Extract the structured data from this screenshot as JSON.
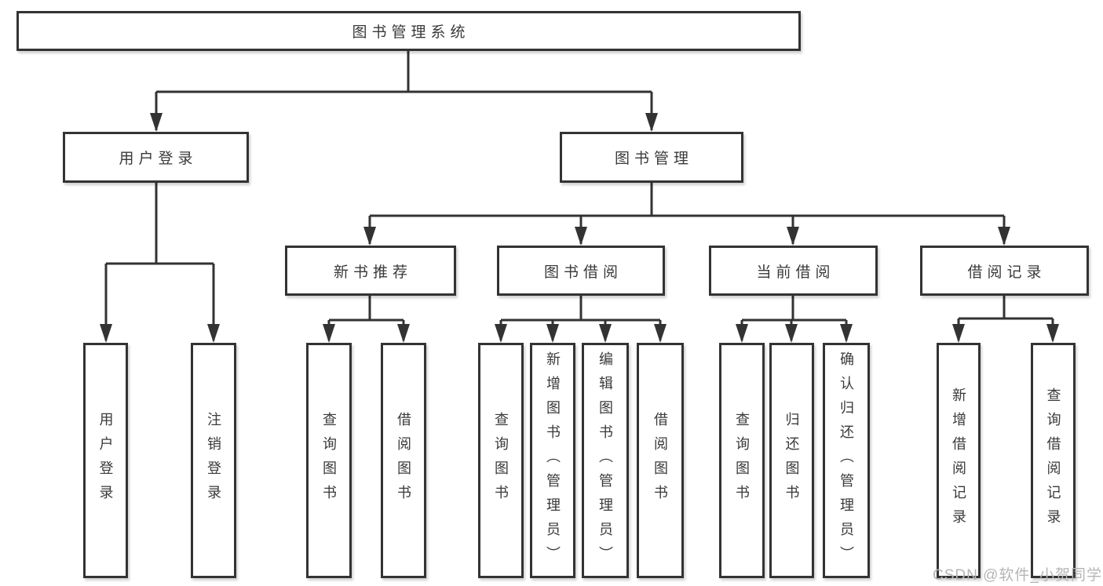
{
  "tree": {
    "root": {
      "label": "图书管理系统",
      "children": [
        {
          "label": "用户登录",
          "children": [
            {
              "label": "用户登录"
            },
            {
              "label": "注销登录"
            }
          ]
        },
        {
          "label": "图书管理",
          "children": [
            {
              "label": "新书推荐",
              "children": [
                {
                  "label": "查询图书"
                },
                {
                  "label": "借阅图书"
                }
              ]
            },
            {
              "label": "图书借阅",
              "children": [
                {
                  "label": "查询图书"
                },
                {
                  "label": "新增图书（管理员）"
                },
                {
                  "label": "编辑图书（管理员）"
                },
                {
                  "label": "借阅图书"
                }
              ]
            },
            {
              "label": "当前借阅",
              "children": [
                {
                  "label": "查询图书"
                },
                {
                  "label": "归还图书"
                },
                {
                  "label": "确认归还（管理员）"
                }
              ]
            },
            {
              "label": "借阅记录",
              "children": [
                {
                  "label": "新增借阅记录"
                },
                {
                  "label": "查询借阅记录"
                }
              ]
            }
          ]
        }
      ]
    }
  },
  "watermark": "CSDN @软件_小贺同学",
  "colors": {
    "line": "#333333",
    "box_border": "#333333",
    "box_fill": "#ffffff",
    "text": "#3a3a3a",
    "watermark": "#b5b5b5",
    "background": "#ffffff"
  }
}
